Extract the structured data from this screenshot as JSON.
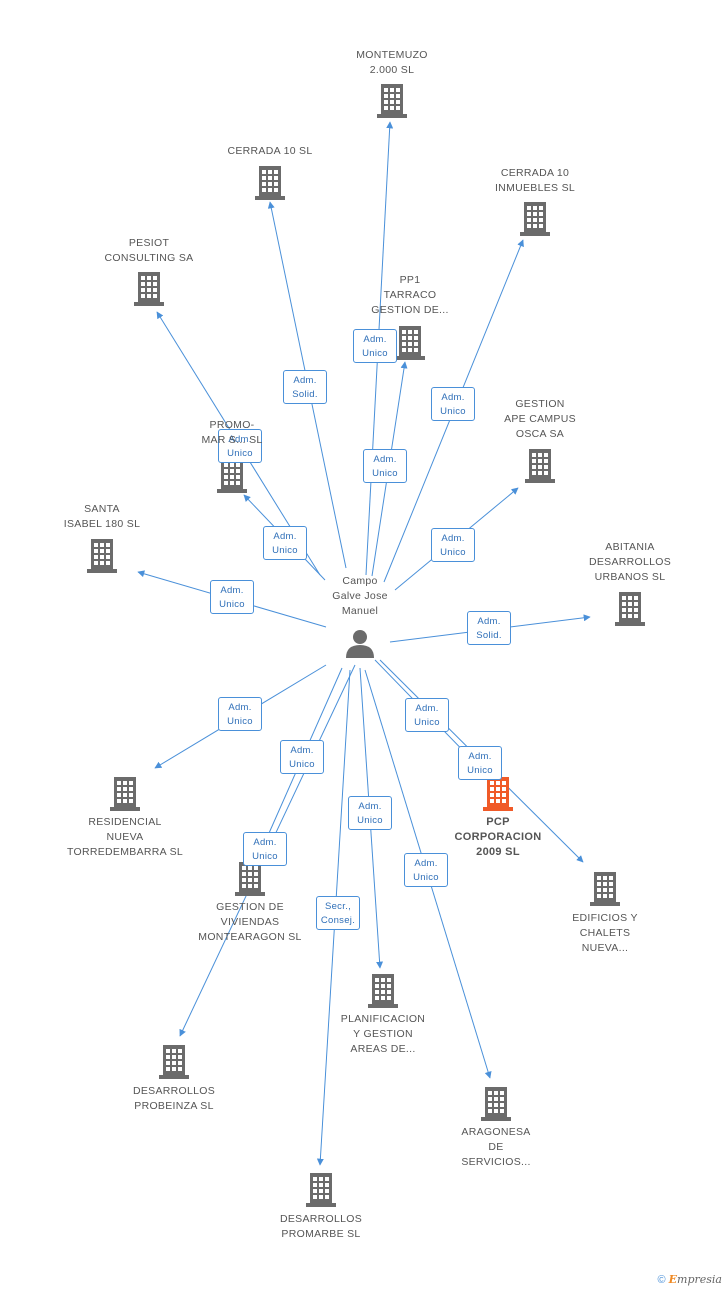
{
  "center": {
    "lines": [
      "Campo",
      "Galve Jose",
      "Manuel"
    ],
    "icon": "person-icon"
  },
  "colors": {
    "edge": "#4a90d9",
    "building": "#6b6b6b",
    "focus_building": "#f05a28",
    "edge_label_text": "#2f6fb8"
  },
  "nodes": [
    {
      "id": "montemuzo",
      "lines": [
        "MONTEMUZO",
        "2.000 SL"
      ],
      "icon": "building-icon"
    },
    {
      "id": "cerrada10",
      "lines": [
        "CERRADA 10 SL"
      ],
      "icon": "building-icon"
    },
    {
      "id": "cerrada10inm",
      "lines": [
        "CERRADA 10",
        "INMUEBLES SL"
      ],
      "icon": "building-icon"
    },
    {
      "id": "pesiot",
      "lines": [
        "PESIOT",
        "CONSULTING SA"
      ],
      "icon": "building-icon"
    },
    {
      "id": "pp1",
      "lines": [
        "PP1",
        "TARRACO",
        "GESTION DE..."
      ],
      "icon": "building-icon"
    },
    {
      "id": "gestionape",
      "lines": [
        "GESTION",
        "APE CAMPUS",
        "OSCA SA"
      ],
      "icon": "building-icon"
    },
    {
      "id": "promomar",
      "lines": [
        "PROMO-",
        "MAR S... SL"
      ],
      "icon": "building-icon"
    },
    {
      "id": "santaisabel",
      "lines": [
        "SANTA",
        "ISABEL 180 SL"
      ],
      "icon": "building-icon"
    },
    {
      "id": "abitania",
      "lines": [
        "ABITANIA",
        "DESARROLLOS",
        "URBANOS SL"
      ],
      "icon": "building-icon"
    },
    {
      "id": "residencial",
      "lines": [
        "RESIDENCIAL",
        "NUEVA",
        "TORREDEMBARRA SL"
      ],
      "icon": "building-icon"
    },
    {
      "id": "pcp",
      "lines": [
        "PCP",
        "CORPORACION",
        "2009 SL"
      ],
      "icon": "building-icon",
      "focus": true
    },
    {
      "id": "gestionviv",
      "lines": [
        "GESTION DE",
        "VIVIENDAS",
        "MONTEARAGON SL"
      ],
      "icon": "building-icon"
    },
    {
      "id": "edificios",
      "lines": [
        "EDIFICIOS Y",
        "CHALETS",
        "NUEVA..."
      ],
      "icon": "building-icon"
    },
    {
      "id": "planificacion",
      "lines": [
        "PLANIFICACION",
        "Y GESTION",
        "AREAS DE..."
      ],
      "icon": "building-icon"
    },
    {
      "id": "probeinza",
      "lines": [
        "DESARROLLOS",
        "PROBEINZA SL"
      ],
      "icon": "building-icon"
    },
    {
      "id": "aragonesa",
      "lines": [
        "ARAGONESA",
        "DE",
        "SERVICIOS..."
      ],
      "icon": "building-icon"
    },
    {
      "id": "promarbe",
      "lines": [
        "DESARROLLOS",
        "PROMARBE SL"
      ],
      "icon": "building-icon"
    }
  ],
  "edges": [
    {
      "to": "montemuzo",
      "lines": [
        "Adm.",
        "Unico"
      ]
    },
    {
      "to": "cerrada10",
      "lines": [
        "Adm.",
        "Solid."
      ]
    },
    {
      "to": "cerrada10inm",
      "lines": [
        "Adm.",
        "Unico"
      ]
    },
    {
      "to": "pesiot",
      "lines": [
        "Adm.",
        "Unico"
      ]
    },
    {
      "to": "pp1",
      "lines": [
        "Adm.",
        "Unico"
      ]
    },
    {
      "to": "gestionape",
      "lines": [
        "Adm.",
        "Unico"
      ]
    },
    {
      "to": "promomar",
      "lines": [
        "Adm.",
        "Unico"
      ]
    },
    {
      "to": "santaisabel",
      "lines": [
        "Adm.",
        "Unico"
      ]
    },
    {
      "to": "abitania",
      "lines": [
        "Adm.",
        "Solid."
      ]
    },
    {
      "to": "residencial",
      "lines": [
        "Adm.",
        "Unico"
      ]
    },
    {
      "to": "pcp",
      "lines": [
        "Adm.",
        "Unico"
      ]
    },
    {
      "to": "gestionviv",
      "lines": [
        "Adm.",
        "Unico"
      ]
    },
    {
      "to": "edificios",
      "lines": [
        "Adm.",
        "Unico"
      ]
    },
    {
      "to": "planificacion",
      "lines": [
        "Adm.",
        "Unico"
      ]
    },
    {
      "to": "probeinza",
      "lines": [
        "Adm.",
        "Unico"
      ]
    },
    {
      "to": "aragonesa",
      "lines": [
        "Adm.",
        "Unico"
      ]
    },
    {
      "to": "promarbe",
      "lines": [
        "Secr.,",
        "Consej."
      ]
    }
  ],
  "footer": {
    "copyright": "©",
    "brand_initial": "E",
    "brand_rest": "mpresia"
  }
}
